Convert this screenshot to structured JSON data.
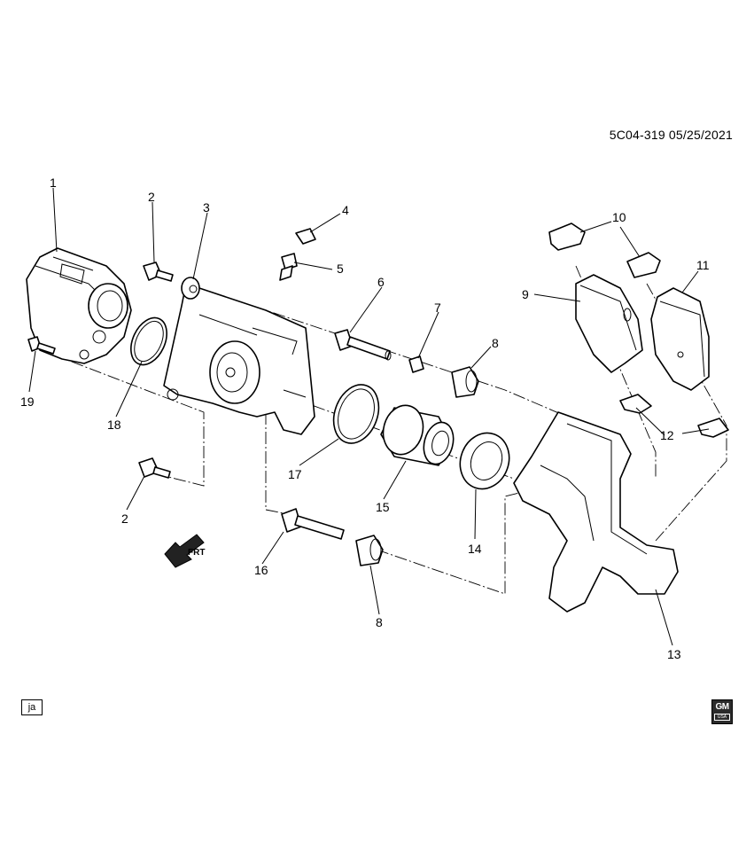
{
  "diagram": {
    "reference": "5C04-319  05/25/2021",
    "language_code": "ja",
    "direction_label": "FRT",
    "logo": {
      "text": "GM",
      "subtext": "USA"
    },
    "callouts": [
      "1",
      "2",
      "3",
      "4",
      "5",
      "6",
      "7",
      "8",
      "9",
      "10",
      "11",
      "12",
      "13",
      "14",
      "15",
      "16",
      "17",
      "18",
      "19",
      "2",
      "8"
    ]
  }
}
